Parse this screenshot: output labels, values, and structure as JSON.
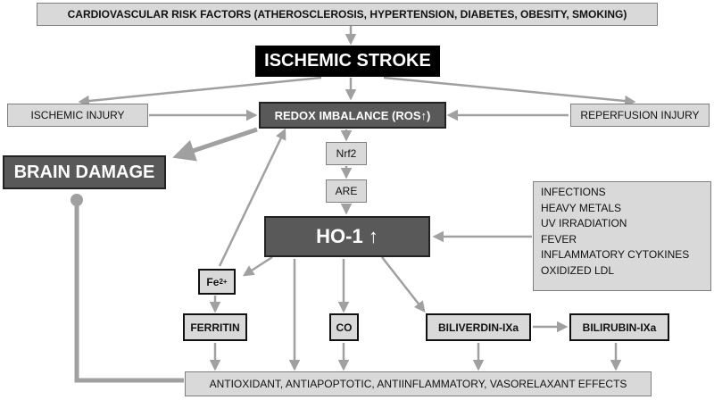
{
  "nodes": {
    "risk_factors": "CARDIOVASCULAR RISK FACTORS (ATHEROSCLEROSIS, HYPERTENSION, DIABETES, OBESITY, SMOKING)",
    "ischemic_stroke": "ISCHEMIC STROKE",
    "ischemic_injury": "ISCHEMIC INJURY",
    "redox_imbalance": "REDOX IMBALANCE (ROS↑)",
    "reperfusion_injury": "REPERFUSION INJURY",
    "brain_damage": "BRAIN DAMAGE",
    "nrf2": "Nrf2",
    "are": "ARE",
    "ho1": "HO-1 ↑",
    "fe_base": "Fe",
    "fe_sup": "2+",
    "ferritin": "FERRITIN",
    "co": "CO",
    "biliverdin": "BILIVERDIN-IXa",
    "bilirubin": "BILIRUBIN-IXa",
    "effects": "ANTIOXIDANT, ANTIAPOPTOTIC, ANTIINFLAMMATORY, VASORELAXANT EFFECTS"
  },
  "inducers": [
    "INFECTIONS",
    "HEAVY METALS",
    "UV IRRADIATION",
    "FEVER",
    "INFLAMMATORY CYTOKINES",
    "OXIDIZED LDL"
  ]
}
